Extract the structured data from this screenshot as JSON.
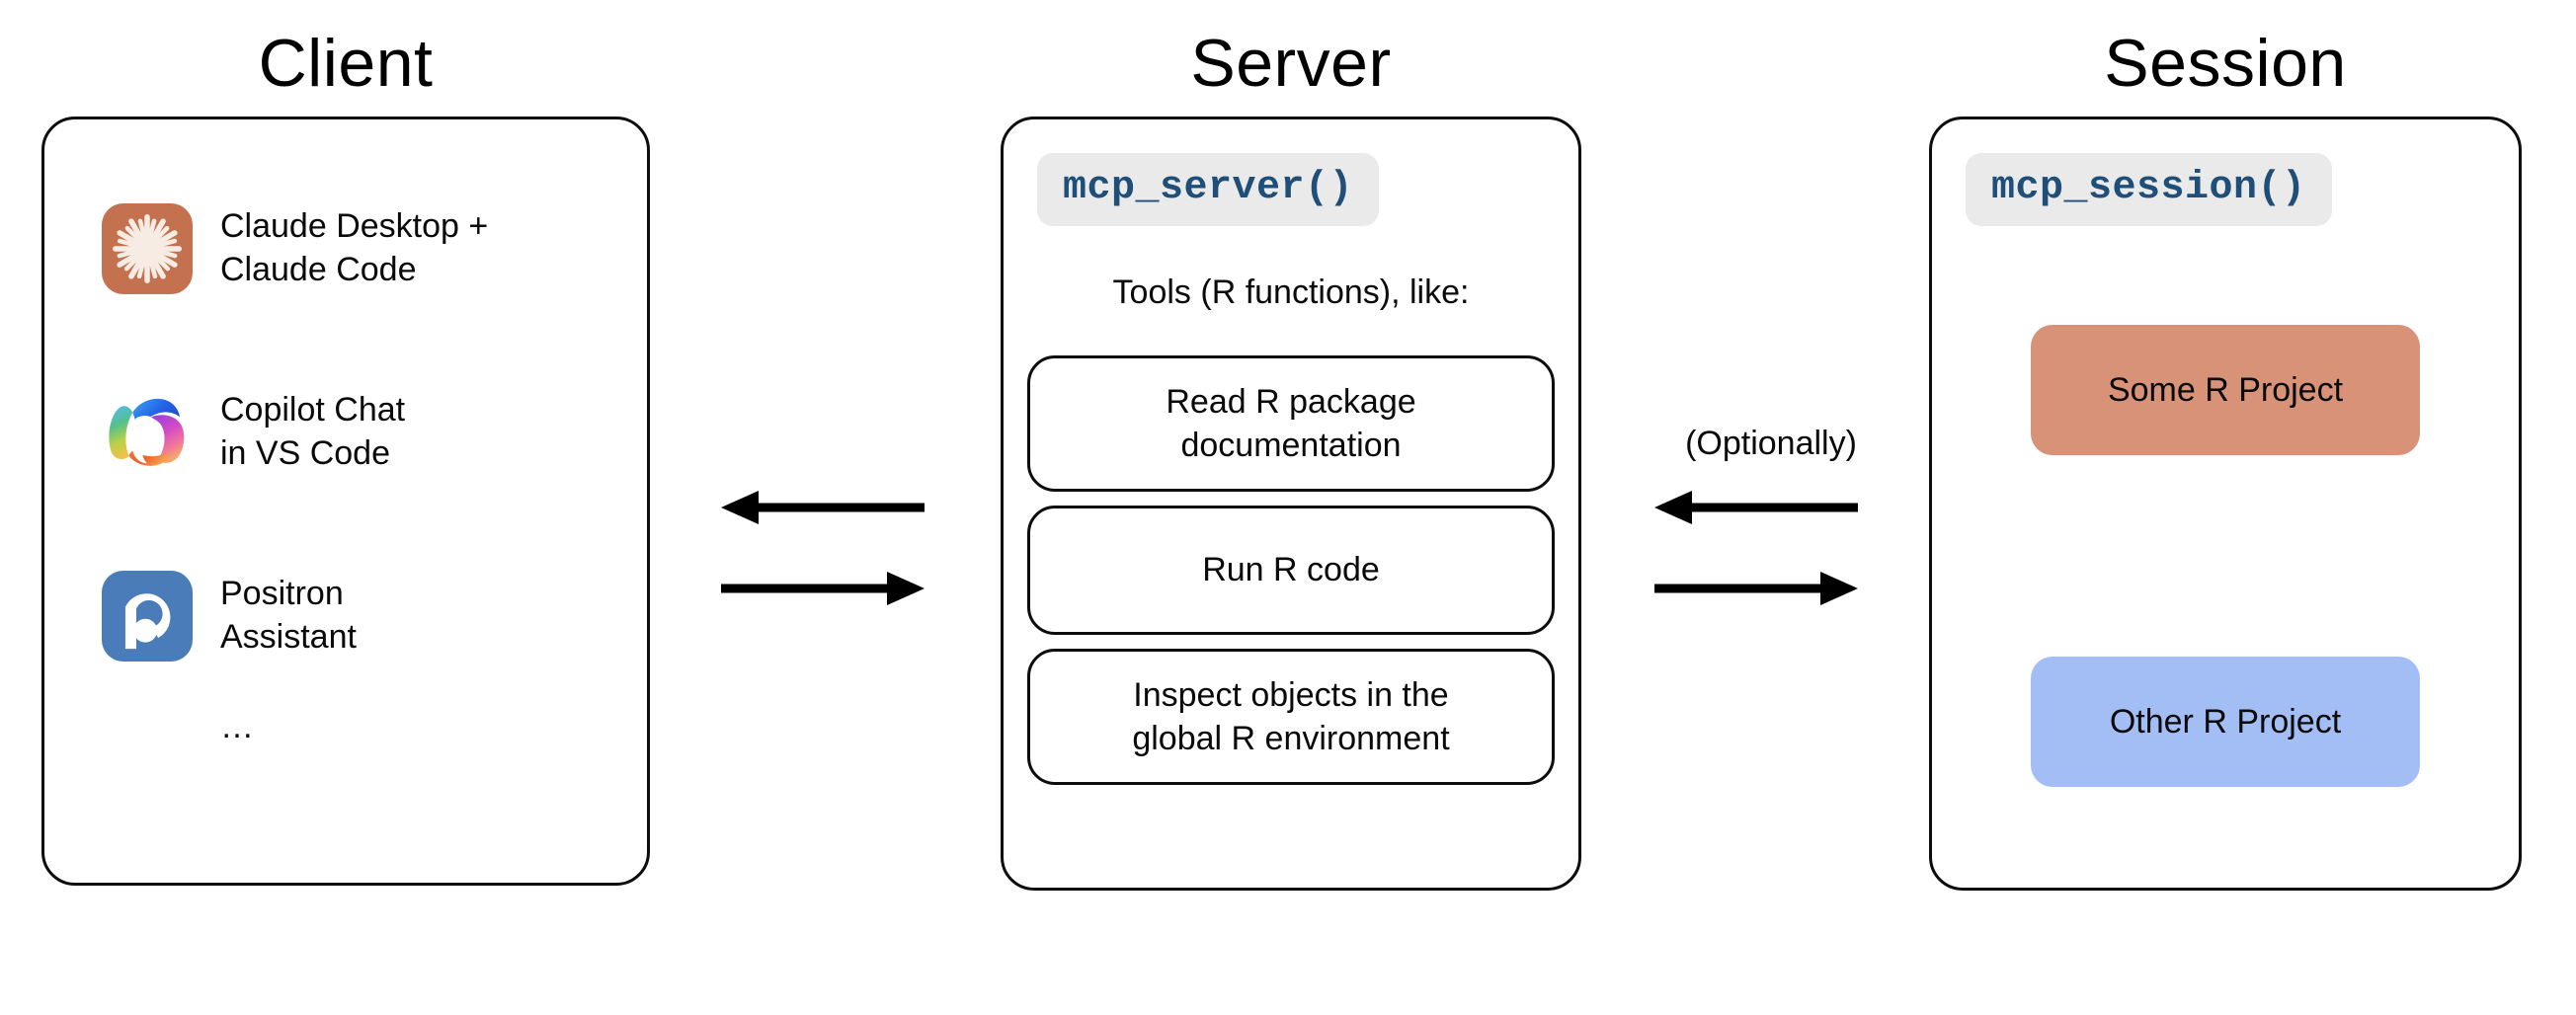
{
  "columns": {
    "client": {
      "title": "Client",
      "apps": [
        {
          "icon": "claude-icon",
          "label": "Claude Desktop +\nClaude Code"
        },
        {
          "icon": "copilot-icon",
          "label": "Copilot Chat\nin VS Code"
        },
        {
          "icon": "positron-icon",
          "label": "Positron\nAssistant"
        }
      ],
      "more": "…"
    },
    "server": {
      "title": "Server",
      "code_chip": "mcp_server()",
      "tools_caption": "Tools (R functions), like:",
      "tools": [
        "Read R package\ndocumentation",
        "Run R code",
        "Inspect objects in the\nglobal R environment"
      ]
    },
    "session": {
      "title": "Session",
      "code_chip": "mcp_session()",
      "projects": [
        {
          "label": "Some R Project",
          "color": "#d89278"
        },
        {
          "label": "Other R Project",
          "color": "#a3bdf5"
        }
      ]
    }
  },
  "connectors": {
    "client_server": {
      "top_arrow": "arrow-left-icon",
      "bottom_arrow": "arrow-right-icon"
    },
    "server_session": {
      "label": "(Optionally)",
      "top_arrow": "arrow-left-icon",
      "bottom_arrow": "arrow-right-icon"
    }
  },
  "colors": {
    "claude_bg": "#c4714f",
    "claude_fg": "#f7ece4",
    "positron_bg": "#4a7cba",
    "code_text": "#1f4e79",
    "code_bg": "#eaeaea",
    "project_salmon": "#d89278",
    "project_blue": "#a3bdf5",
    "stroke": "#0d0d0d"
  }
}
